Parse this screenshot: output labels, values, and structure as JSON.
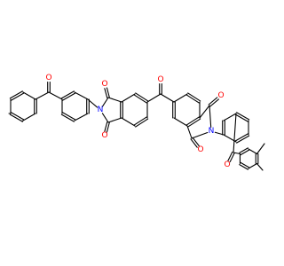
{
  "colors": {
    "background": "#ffffff",
    "bond": "#000000",
    "carbon": "#000000",
    "oxygen": "#ff0000",
    "nitrogen": "#0000ff"
  },
  "atoms": [
    {
      "id": "me1",
      "el": "C"
    },
    {
      "id": "me2",
      "el": "C"
    },
    {
      "id": "a1",
      "el": "C"
    },
    {
      "id": "a2",
      "el": "C"
    },
    {
      "id": "a3",
      "el": "C"
    },
    {
      "id": "a4",
      "el": "C"
    },
    {
      "id": "a5",
      "el": "C"
    },
    {
      "id": "a6",
      "el": "C"
    },
    {
      "id": "k1",
      "el": "C"
    },
    {
      "id": "o1",
      "el": "O",
      "label": "O"
    },
    {
      "id": "b1",
      "el": "C"
    },
    {
      "id": "b2",
      "el": "C"
    },
    {
      "id": "b3",
      "el": "C"
    },
    {
      "id": "b4",
      "el": "C"
    },
    {
      "id": "b5",
      "el": "C"
    },
    {
      "id": "b6",
      "el": "C"
    },
    {
      "id": "n1",
      "el": "N",
      "label": "N"
    },
    {
      "id": "c1",
      "el": "C"
    },
    {
      "id": "o2",
      "el": "O",
      "label": "O"
    },
    {
      "id": "c2",
      "el": "C"
    },
    {
      "id": "o3",
      "el": "O",
      "label": "O"
    },
    {
      "id": "d1",
      "el": "C"
    },
    {
      "id": "d2",
      "el": "C"
    },
    {
      "id": "d3",
      "el": "C"
    },
    {
      "id": "d4",
      "el": "C"
    },
    {
      "id": "d5",
      "el": "C"
    },
    {
      "id": "d6",
      "el": "C"
    },
    {
      "id": "k2",
      "el": "C"
    },
    {
      "id": "o4",
      "el": "O",
      "label": "O"
    },
    {
      "id": "e1",
      "el": "C"
    },
    {
      "id": "e2",
      "el": "C"
    },
    {
      "id": "e3",
      "el": "C"
    },
    {
      "id": "e4",
      "el": "C"
    },
    {
      "id": "e5",
      "el": "C"
    },
    {
      "id": "e6",
      "el": "C"
    },
    {
      "id": "c3",
      "el": "C"
    },
    {
      "id": "o5",
      "el": "O",
      "label": "O"
    },
    {
      "id": "c4",
      "el": "C"
    },
    {
      "id": "o6",
      "el": "O",
      "label": "O"
    },
    {
      "id": "n2",
      "el": "N",
      "label": "N"
    },
    {
      "id": "f1",
      "el": "C"
    },
    {
      "id": "f2",
      "el": "C"
    },
    {
      "id": "f3",
      "el": "C"
    },
    {
      "id": "f4",
      "el": "C"
    },
    {
      "id": "f5",
      "el": "C"
    },
    {
      "id": "f6",
      "el": "C"
    },
    {
      "id": "k3",
      "el": "C"
    },
    {
      "id": "o7",
      "el": "O",
      "label": "O"
    },
    {
      "id": "g1",
      "el": "C"
    },
    {
      "id": "g2",
      "el": "C"
    },
    {
      "id": "g3",
      "el": "C"
    },
    {
      "id": "g4",
      "el": "C"
    },
    {
      "id": "g5",
      "el": "C"
    },
    {
      "id": "g6",
      "el": "C"
    },
    {
      "id": "me3",
      "el": "C"
    },
    {
      "id": "me4",
      "el": "C"
    }
  ],
  "bonds": [
    {
      "a": "a1",
      "b": "a2",
      "order": 2
    },
    {
      "a": "a2",
      "b": "a3",
      "order": 1
    },
    {
      "a": "a3",
      "b": "a4",
      "order": 2
    },
    {
      "a": "a4",
      "b": "a5",
      "order": 1
    },
    {
      "a": "a5",
      "b": "a6",
      "order": 2
    },
    {
      "a": "a6",
      "b": "a1",
      "order": 1
    },
    {
      "a": "a6",
      "b": "me1",
      "order": 1
    },
    {
      "a": "a5",
      "b": "me2",
      "order": 1
    },
    {
      "a": "a3",
      "b": "k1",
      "order": 1
    },
    {
      "a": "k1",
      "b": "o1",
      "order": 2
    },
    {
      "a": "k1",
      "b": "b1",
      "order": 1
    },
    {
      "a": "b1",
      "b": "b2",
      "order": 2
    },
    {
      "a": "b2",
      "b": "b3",
      "order": 1
    },
    {
      "a": "b3",
      "b": "b4",
      "order": 2
    },
    {
      "a": "b4",
      "b": "b5",
      "order": 1
    },
    {
      "a": "b5",
      "b": "b6",
      "order": 2
    },
    {
      "a": "b6",
      "b": "b1",
      "order": 1
    },
    {
      "a": "b3",
      "b": "n1",
      "order": 1
    },
    {
      "a": "n1",
      "b": "c1",
      "order": 1
    },
    {
      "a": "c1",
      "b": "o2",
      "order": 2
    },
    {
      "a": "n1",
      "b": "c2",
      "order": 1
    },
    {
      "a": "c2",
      "b": "o3",
      "order": 2
    },
    {
      "a": "c1",
      "b": "d1",
      "order": 1
    },
    {
      "a": "c2",
      "b": "d2",
      "order": 1
    },
    {
      "a": "d1",
      "b": "d2",
      "order": 2
    },
    {
      "a": "d2",
      "b": "d3",
      "order": 1
    },
    {
      "a": "d3",
      "b": "d4",
      "order": 2
    },
    {
      "a": "d4",
      "b": "d5",
      "order": 1
    },
    {
      "a": "d5",
      "b": "d6",
      "order": 2
    },
    {
      "a": "d6",
      "b": "d1",
      "order": 1
    },
    {
      "a": "d5",
      "b": "k2",
      "order": 1
    },
    {
      "a": "k2",
      "b": "o4",
      "order": 2
    },
    {
      "a": "k2",
      "b": "e1",
      "order": 1
    },
    {
      "a": "e1",
      "b": "e2",
      "order": 2
    },
    {
      "a": "e2",
      "b": "e3",
      "order": 1
    },
    {
      "a": "e3",
      "b": "e4",
      "order": 2
    },
    {
      "a": "e4",
      "b": "e5",
      "order": 1
    },
    {
      "a": "e5",
      "b": "e6",
      "order": 2
    },
    {
      "a": "e6",
      "b": "e1",
      "order": 1
    },
    {
      "a": "e3",
      "b": "c3",
      "order": 1
    },
    {
      "a": "c3",
      "b": "o5",
      "order": 2
    },
    {
      "a": "e4",
      "b": "c4",
      "order": 1
    },
    {
      "a": "c4",
      "b": "o6",
      "order": 2
    },
    {
      "a": "c3",
      "b": "n2",
      "order": 1
    },
    {
      "a": "c4",
      "b": "n2",
      "order": 1
    },
    {
      "a": "n2",
      "b": "f1",
      "order": 1
    },
    {
      "a": "f1",
      "b": "f2",
      "order": 2
    },
    {
      "a": "f2",
      "b": "f3",
      "order": 1
    },
    {
      "a": "f3",
      "b": "f4",
      "order": 2
    },
    {
      "a": "f4",
      "b": "f5",
      "order": 1
    },
    {
      "a": "f5",
      "b": "f6",
      "order": 2
    },
    {
      "a": "f6",
      "b": "f1",
      "order": 1
    },
    {
      "a": "f3",
      "b": "k3",
      "order": 1
    },
    {
      "a": "k3",
      "b": "o7",
      "order": 2
    },
    {
      "a": "k3",
      "b": "g1",
      "order": 1
    },
    {
      "a": "g1",
      "b": "g2",
      "order": 2
    },
    {
      "a": "g2",
      "b": "g3",
      "order": 1
    },
    {
      "a": "g3",
      "b": "g4",
      "order": 2
    },
    {
      "a": "g4",
      "b": "g5",
      "order": 1
    },
    {
      "a": "g5",
      "b": "g6",
      "order": 2
    },
    {
      "a": "g6",
      "b": "g1",
      "order": 1
    },
    {
      "a": "g3",
      "b": "me3",
      "order": 1
    },
    {
      "a": "g4",
      "b": "me4",
      "order": 1
    }
  ]
}
